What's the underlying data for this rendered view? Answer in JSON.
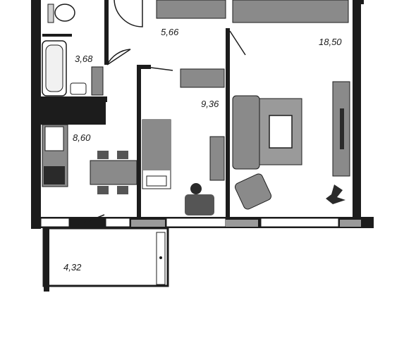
{
  "floor_plan": {
    "rooms": [
      {
        "id": "bathroom",
        "area": "3,68"
      },
      {
        "id": "hallway",
        "area": "5,66"
      },
      {
        "id": "living-room",
        "area": "18,50"
      },
      {
        "id": "bedroom",
        "area": "9,36"
      },
      {
        "id": "kitchen",
        "area": "8,60"
      },
      {
        "id": "balcony",
        "area": "4,32"
      }
    ],
    "colors": {
      "wall": "#1c1c1c",
      "furniture_fill": "#8a8a8a",
      "furniture_dark": "#555555",
      "floor": "#ffffff"
    }
  }
}
